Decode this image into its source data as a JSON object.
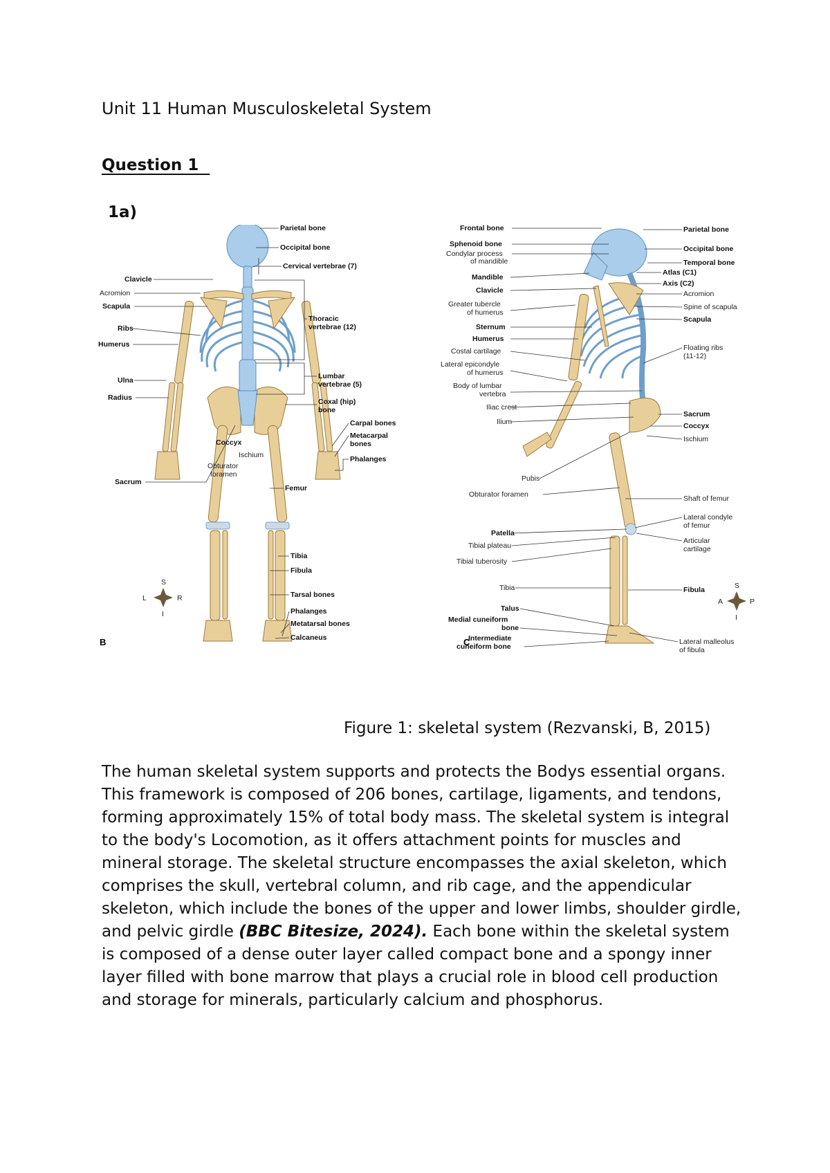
{
  "document": {
    "title": "Unit 11 Human Musculoskeletal System",
    "question_heading": "Question 1  ",
    "subheading": "1a)",
    "figure": {
      "panel_b_letter": "B",
      "panel_c_letter": "C",
      "panel_b_labels_left": [
        "Clavicle",
        "Acromion",
        "Scapula",
        "Ribs",
        "Humerus",
        "Ulna",
        "Radius",
        "Sacrum"
      ],
      "panel_b_labels_right": [
        "Parietal bone",
        "Occipital bone",
        "Cervical vertebrae (7)",
        "Thoracic",
        "vertebrae (12)",
        "Lumbar",
        "vertebrae (5)",
        "Coxal (hip)",
        "bone",
        "Carpal bones",
        "Metacarpal",
        "bones",
        "Phalanges",
        "Femur",
        "Tibia",
        "Fibula",
        "Tarsal bones",
        "Phalanges",
        "Metatarsal bones",
        "Calcaneus"
      ],
      "panel_b_labels_center": [
        "Coccyx",
        "Ischium",
        "Obturator",
        "foramen"
      ],
      "panel_c_labels_left": [
        "Frontal bone",
        "Sphenoid bone",
        "Condylar process",
        "of mandible",
        "Mandible",
        "Clavicle",
        "Greater tubercle",
        "of humerus",
        "Sternum",
        "Humerus",
        "Costal cartilage",
        "Lateral epicondyle",
        "of humerus",
        "Body of lumbar",
        "vertebra",
        "Iliac crest",
        "Ilium",
        "Pubis",
        "Obturator foramen",
        "Patella",
        "Tibial plateau",
        "Tibial tuberosity",
        "Tibia",
        "Talus",
        "Medial cuneiform",
        "bone",
        "Intermediate",
        "cuneiform bone"
      ],
      "panel_c_labels_right": [
        "Parietal bone",
        "Occipital bone",
        "Temporal bone",
        "Atlas (C1)",
        "Axis (C2)",
        "Acromion",
        "Spine of scapula",
        "Scapula",
        "Floating ribs",
        "(11-12)",
        "Sacrum",
        "Coccyx",
        "Ischium",
        "Shaft of femur",
        "Lateral condyle",
        "of femur",
        "Articular",
        "cartilage",
        "Fibula",
        "Lateral malleolus",
        "of fibula"
      ],
      "compass_b": [
        "S",
        "L",
        "R",
        "I"
      ],
      "compass_c": [
        "S",
        "A",
        "P",
        "I"
      ]
    },
    "caption": "Figure 1: skeletal system (Rezvanski, B, 2015)",
    "paragraph_part1": "The human skeletal system supports and protects the Bodys essential organs. This framework is composed of 206 bones, cartilage, ligaments, and tendons, forming approximately 15% of total body mass. The skeletal system is integral to the body's Locomotion, as it offers attachment points for muscles and mineral storage. The skeletal structure encompasses the axial skeleton, which comprises the skull, vertebral column, and rib cage, and the appendicular skeleton, which include the bones of the upper and lower limbs, shoulder girdle, and pelvic girdle ",
    "paragraph_citation": "(BBC Bitesize, 2024).",
    "paragraph_part2": " Each bone within the skeletal system is composed of a dense outer layer called compact bone and a spongy inner layer filled with bone marrow that plays a crucial role in blood cell production and storage for minerals, particularly calcium and phosphorus."
  }
}
